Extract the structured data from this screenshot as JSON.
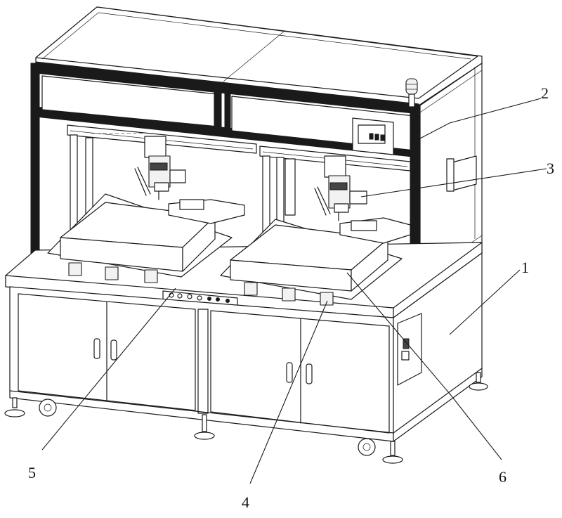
{
  "figure": {
    "labels": [
      {
        "id": "1",
        "text": "1"
      },
      {
        "id": "2",
        "text": "2"
      },
      {
        "id": "3",
        "text": "3"
      },
      {
        "id": "4",
        "text": "4"
      },
      {
        "id": "5",
        "text": "5"
      },
      {
        "id": "6",
        "text": "6"
      }
    ]
  },
  "colors": {
    "line": "#1a1a1a",
    "background": "#ffffff"
  }
}
